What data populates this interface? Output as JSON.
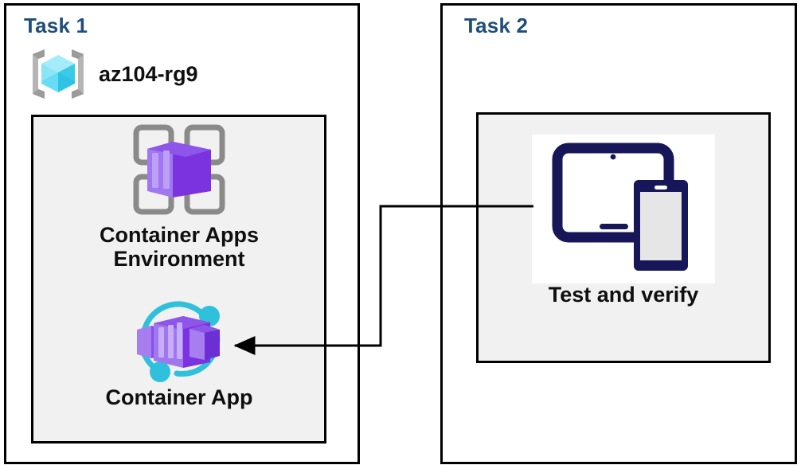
{
  "diagram": {
    "type": "architecture-diagram",
    "background_color": "#ffffff",
    "accent_color": "#1F4E79",
    "panel_color": "#f1f1f1",
    "border_color": "#000000"
  },
  "tasks": [
    {
      "label": "Task 1",
      "resource_group": {
        "name": "az104-rg9",
        "icon": "resource-group-icon"
      },
      "nodes": [
        {
          "id": "container-apps-environment",
          "label": "Container Apps\nEnvironment",
          "icon": "container-apps-environment-icon"
        },
        {
          "id": "container-app",
          "label": "Container App",
          "icon": "container-app-icon"
        }
      ]
    },
    {
      "label": "Task 2",
      "nodes": [
        {
          "id": "test-and-verify",
          "label": "Test and verify",
          "icon": "devices-tablet-phone-icon"
        }
      ]
    }
  ],
  "connector": {
    "id": "test-to-container-app",
    "from": "test-and-verify",
    "to": "container-app",
    "style": "orthogonal-arrow",
    "color": "#000000",
    "arrowhead": "filled-triangle"
  },
  "colors": {
    "task_label": "#1F4E79",
    "node_label": "#0f0f0f",
    "resource_group_bracket": "#9b9b9b",
    "resource_group_cube_light": "#8ce5f7",
    "resource_group_cube_mid": "#50d9f2",
    "resource_group_cube_dark": "#2bb8d9",
    "container_purple_light": "#a67ef0",
    "container_purple_mid": "#9059e8",
    "container_purple_dark": "#6b2fd4",
    "grid_gray": "#8a8a8a",
    "cyan_accent": "#2fc0db",
    "device_navy": "#161659",
    "device_screen_gray": "#e6e6e6"
  }
}
